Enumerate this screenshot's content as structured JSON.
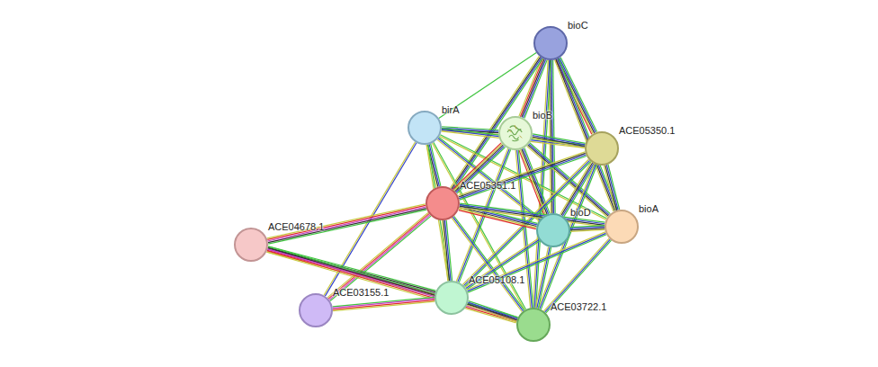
{
  "diagram": {
    "nodes": [
      {
        "text": [
          "bioC"
        ]
      },
      {
        "text": [
          "birA"
        ]
      },
      {
        "text": [
          "bioB"
        ]
      },
      {
        "text": [
          "ACE05350.1"
        ]
      },
      {
        "text": [
          "ACE05351.1"
        ]
      },
      {
        "text": [
          "bioD"
        ]
      },
      {
        "text": [
          "bioA"
        ]
      },
      {
        "text": [
          "ACE04678.1"
        ]
      },
      {
        "text": [
          "ACE03155.1"
        ]
      },
      {
        "text": [
          "ACE05108.1"
        ]
      },
      {
        "text": [
          "ACE03722.1"
        ]
      }
    ],
    "edges": [
      {
        "from": 0,
        "to": 1,
        "arrow": "none"
      },
      {
        "from": 0,
        "to": 2,
        "arrow": "none"
      },
      {
        "from": 0,
        "to": 3,
        "arrow": "none"
      },
      {
        "from": 0,
        "to": 4,
        "arrow": "none"
      },
      {
        "from": 0,
        "to": 5,
        "arrow": "none"
      },
      {
        "from": 0,
        "to": 6,
        "arrow": "none"
      },
      {
        "from": 0,
        "to": 10,
        "arrow": "none"
      },
      {
        "from": 1,
        "to": 2,
        "arrow": "none"
      },
      {
        "from": 1,
        "to": 3,
        "arrow": "none"
      },
      {
        "from": 1,
        "to": 4,
        "arrow": "none"
      },
      {
        "from": 1,
        "to": 5,
        "arrow": "none"
      },
      {
        "from": 1,
        "to": 6,
        "arrow": "none"
      },
      {
        "from": 1,
        "to": 8,
        "arrow": "none"
      },
      {
        "from": 1,
        "to": 9,
        "arrow": "none"
      },
      {
        "from": 1,
        "to": 10,
        "arrow": "none"
      },
      {
        "from": 2,
        "to": 3,
        "arrow": "none"
      },
      {
        "from": 2,
        "to": 4,
        "arrow": "none"
      },
      {
        "from": 2,
        "to": 5,
        "arrow": "none"
      },
      {
        "from": 2,
        "to": 6,
        "arrow": "none"
      },
      {
        "from": 2,
        "to": 9,
        "arrow": "none"
      },
      {
        "from": 2,
        "to": 10,
        "arrow": "none"
      },
      {
        "from": 3,
        "to": 4,
        "arrow": "none"
      },
      {
        "from": 3,
        "to": 5,
        "arrow": "none"
      },
      {
        "from": 3,
        "to": 6,
        "arrow": "none"
      },
      {
        "from": 3,
        "to": 9,
        "arrow": "none"
      },
      {
        "from": 3,
        "to": 10,
        "arrow": "none"
      },
      {
        "from": 4,
        "to": 5,
        "arrow": "none"
      },
      {
        "from": 4,
        "to": 6,
        "arrow": "none"
      },
      {
        "from": 4,
        "to": 7,
        "arrow": "none"
      },
      {
        "from": 4,
        "to": 8,
        "arrow": "none"
      },
      {
        "from": 4,
        "to": 9,
        "arrow": "none"
      },
      {
        "from": 4,
        "to": 10,
        "arrow": "none"
      },
      {
        "from": 5,
        "to": 6,
        "arrow": "none"
      },
      {
        "from": 5,
        "to": 9,
        "arrow": "none"
      },
      {
        "from": 5,
        "to": 10,
        "arrow": "none"
      },
      {
        "from": 6,
        "to": 9,
        "arrow": "none"
      },
      {
        "from": 6,
        "to": 10,
        "arrow": "none"
      },
      {
        "from": 7,
        "to": 9,
        "arrow": "none"
      },
      {
        "from": 7,
        "to": 10,
        "arrow": "none"
      },
      {
        "from": 8,
        "to": 9,
        "arrow": "none"
      },
      {
        "from": 9,
        "to": 10,
        "arrow": "none"
      }
    ]
  }
}
